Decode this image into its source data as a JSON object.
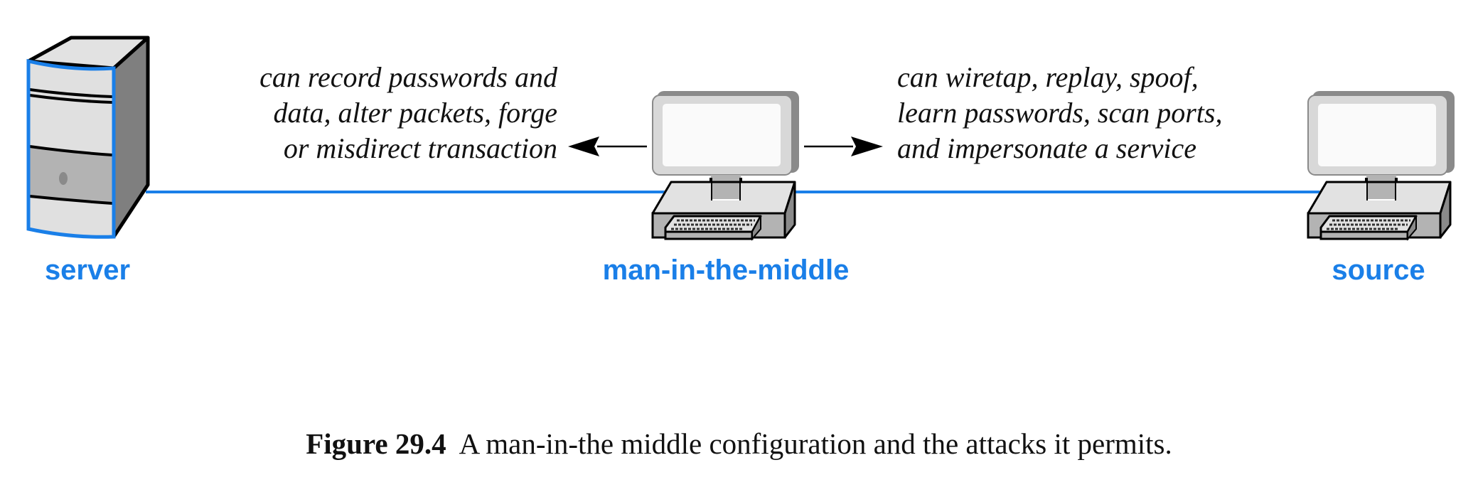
{
  "figure": {
    "nodes": [
      {
        "id": "server",
        "label": "server",
        "icon": "server-tower-icon"
      },
      {
        "id": "mitm",
        "label": "man-in-the-middle",
        "icon": "desktop-computer-icon"
      },
      {
        "id": "source",
        "label": "source",
        "icon": "desktop-computer-icon"
      }
    ],
    "annotations": {
      "left": {
        "direction": "toward server",
        "lines": [
          "can record passwords and",
          "data, alter packets, forge",
          "or misdirect transaction"
        ]
      },
      "right": {
        "direction": "toward source",
        "lines": [
          "can wiretap, replay, spoof,",
          "learn passwords, scan ports,",
          "and impersonate a service"
        ]
      }
    },
    "connections": [
      {
        "from": "server",
        "to": "mitm"
      },
      {
        "from": "mitm",
        "to": "source"
      }
    ],
    "caption": {
      "number": "Figure 29.4",
      "text": "A man-in-the middle configuration and the attacks it permits."
    }
  },
  "colors": {
    "accent": "#1a7fe8",
    "text": "#111111",
    "device_light": "#e2e2e2",
    "device_mid": "#b3b3b3",
    "device_dark": "#7f7f7f"
  }
}
